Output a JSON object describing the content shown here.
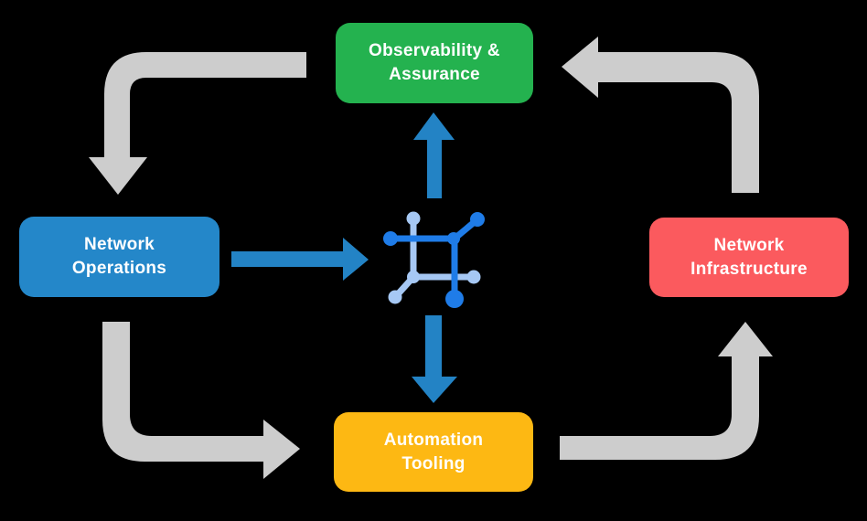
{
  "diagram": {
    "title": "network automation closed-loop cycle",
    "background": "#000000",
    "colors": {
      "outer_arrow": "#cdcdcd",
      "inner_arrow": "#2383c5",
      "icon_primary": "#1f7ce8",
      "icon_secondary": "#a6c8f4",
      "label_text": "#ffffff",
      "node_green": "#24b24f",
      "node_blue": "#2487c9",
      "node_red": "#fb5a5e",
      "node_yellow": "#fdb813"
    },
    "nodes": [
      {
        "id": "observability-assurance",
        "position": "top",
        "label_line1": "Observability &",
        "label_line2": "Assurance",
        "color": "#24b24f"
      },
      {
        "id": "network-operations",
        "position": "left",
        "label_line1": "Network",
        "label_line2": "Operations",
        "color": "#2487c9"
      },
      {
        "id": "network-infrastructure",
        "position": "right",
        "label_line1": "Network",
        "label_line2": "Infrastructure",
        "color": "#fb5a5e"
      },
      {
        "id": "automation-tooling",
        "position": "bottom",
        "label_line1": "Automation",
        "label_line2": "Tooling",
        "color": "#fdb813"
      }
    ],
    "center_icon": "network-fabric-icon",
    "flows": {
      "outer_cycle": [
        {
          "from": "Observability & Assurance",
          "to": "Network Operations"
        },
        {
          "from": "Network Operations",
          "to": "Automation Tooling"
        },
        {
          "from": "Automation Tooling",
          "to": "Network Infrastructure"
        },
        {
          "from": "Network Infrastructure",
          "to": "Observability & Assurance"
        }
      ],
      "inner_flows": [
        {
          "from": "Network Operations",
          "to": "center-icon"
        },
        {
          "from": "center-icon",
          "to": "Observability & Assurance"
        },
        {
          "from": "center-icon",
          "to": "Automation Tooling"
        }
      ]
    }
  }
}
